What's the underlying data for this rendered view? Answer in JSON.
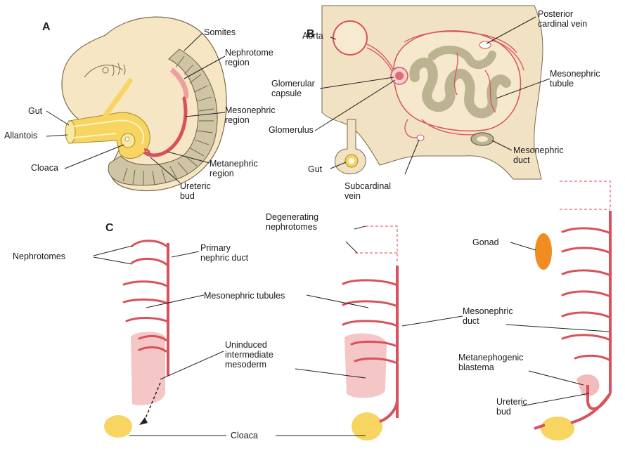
{
  "panels": {
    "a": "A",
    "b": "B",
    "c": "C"
  },
  "panel_a": {
    "somites": "Somites",
    "nephrotome_region": "Nephrotome\nregion",
    "mesonephric_region": "Mesonephric\nregion",
    "metanephric_region": "Metanephric\nregion",
    "ureteric_bud": "Ureteric\nbud",
    "gut": "Gut",
    "allantois": "Allantois",
    "cloaca": "Cloaca"
  },
  "panel_b": {
    "aorta": "Aorta",
    "posterior_cardinal_vein": "Posterior\ncardinal vein",
    "glomerular_capsule": "Glomerular\ncapsule",
    "mesonephric_tubule": "Mesonephric\ntubule",
    "glomerulus": "Glomerulus",
    "mesonephric_duct": "Mesonephric\nduct",
    "gut": "Gut",
    "subcardinal_vein": "Subcardinal\nvein"
  },
  "panel_c": {
    "nephrotomes": "Nephrotomes",
    "primary_nephric_duct": "Primary\nnephric duct",
    "mesonephric_tubules": "Mesonephric tubules",
    "degenerating_nephrotomes": "Degenerating\nnephrotomes",
    "uninduced_mesoderm": "Uninduced\nintermediate\nmesoderm",
    "gonad": "Gonad",
    "mesonephric_duct": "Mesonephric\nduct",
    "metanephogenic_blastema": "Metanephogenic\nblastema",
    "ureteric_bud": "Ureteric\nbud",
    "cloaca": "Cloaca"
  },
  "colors": {
    "tissue": "#f6e6c4",
    "tissue_dark": "#efd9ad",
    "duct_red": "#d9515b",
    "duct_red_light": "#ef9fa3",
    "yellow": "#f7d560",
    "somite": "#cfc4a4",
    "tubule": "#bcb393",
    "mesoderm": "#f2bcbc",
    "gonad": "#f28b22",
    "leader": "#222222"
  }
}
